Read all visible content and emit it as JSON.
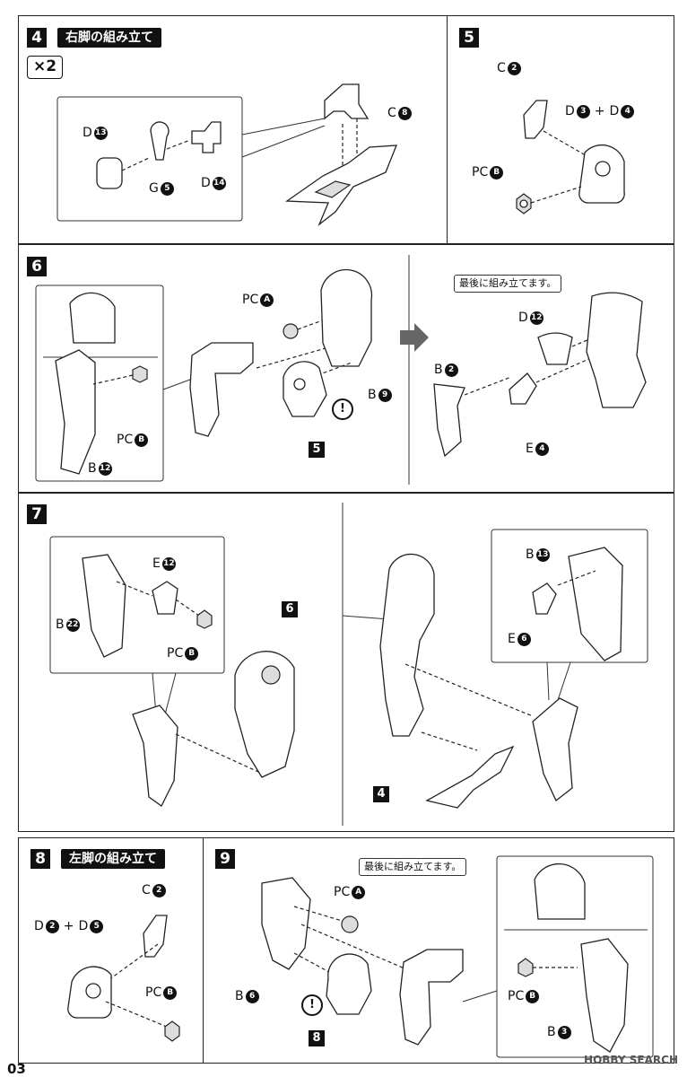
{
  "steps": {
    "s4": {
      "num": "4",
      "title": "右脚の組み立て",
      "multiplier": "×2"
    },
    "s5": {
      "num": "5"
    },
    "s6": {
      "num": "6",
      "note": "最後に組み立てます。"
    },
    "s7": {
      "num": "7"
    },
    "s8": {
      "num": "8",
      "title": "左脚の組み立て"
    },
    "s9": {
      "num": "9",
      "note": "最後に組み立てます。"
    }
  },
  "labels": {
    "D13": {
      "letter": "D",
      "n": "13"
    },
    "G5": {
      "letter": "G",
      "n": "5"
    },
    "D14": {
      "letter": "D",
      "n": "14"
    },
    "C8": {
      "letter": "C",
      "n": "8"
    },
    "C2_5": {
      "letter": "C",
      "n": "2"
    },
    "D3": {
      "letter": "D",
      "n": "3"
    },
    "plus": "+",
    "D4": {
      "letter": "D",
      "n": "4"
    },
    "PCB_5": {
      "letter": "PC",
      "n": "B"
    },
    "PCA_6": {
      "letter": "PC",
      "n": "A"
    },
    "PCB_6": {
      "letter": "PC",
      "n": "B"
    },
    "B12": {
      "letter": "B",
      "n": "12"
    },
    "B9": {
      "letter": "B",
      "n": "9"
    },
    "D12": {
      "letter": "D",
      "n": "12"
    },
    "B2": {
      "letter": "B",
      "n": "2"
    },
    "E4": {
      "letter": "E",
      "n": "4"
    },
    "E12": {
      "letter": "E",
      "n": "12"
    },
    "B22": {
      "letter": "B",
      "n": "22"
    },
    "PCB_7": {
      "letter": "PC",
      "n": "B"
    },
    "B13": {
      "letter": "B",
      "n": "13"
    },
    "E6": {
      "letter": "E",
      "n": "6"
    },
    "C2_8": {
      "letter": "C",
      "n": "2"
    },
    "D2": {
      "letter": "D",
      "n": "2"
    },
    "D5": {
      "letter": "D",
      "n": "5"
    },
    "PCB_8": {
      "letter": "PC",
      "n": "B"
    },
    "PCA_9": {
      "letter": "PC",
      "n": "A"
    },
    "B6": {
      "letter": "B",
      "n": "6"
    },
    "PCB_9": {
      "letter": "PC",
      "n": "B"
    },
    "B3": {
      "letter": "B",
      "n": "3"
    }
  },
  "refs": {
    "r5": "5",
    "r6": "6",
    "r4": "4",
    "r8": "8"
  },
  "excl": "!",
  "page_number": "03",
  "watermark": "HOBBY SEARCH"
}
